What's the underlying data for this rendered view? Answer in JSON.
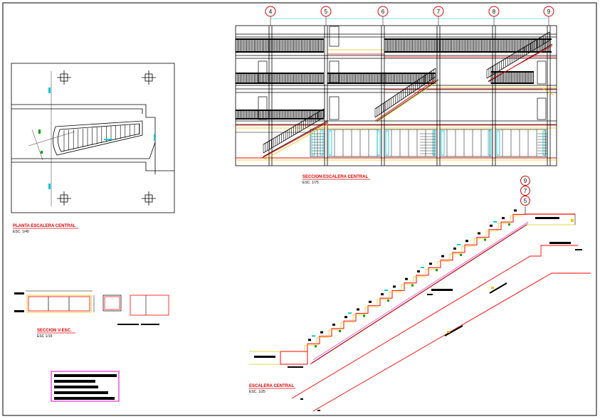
{
  "drawing": {
    "section": {
      "title": "SECCION ESCALERA CENTRAL",
      "scale": "ESC. 1/75",
      "grid_axes": [
        "4",
        "5",
        "6",
        "7",
        "8",
        "9"
      ]
    },
    "plan": {
      "title": "PLANTA ESCALERA CENTRAL",
      "scale": "ESC. 1/40"
    },
    "detail_section": {
      "title": "SECCION V-ESC.",
      "scale": "ESC 1/15"
    },
    "stair_detail": {
      "title": "ESCALERA CENTRAL",
      "scale": "ESC. 1/25",
      "axis_stack": [
        "9",
        "7",
        "5"
      ]
    }
  },
  "colors": {
    "red": "#ff0000",
    "yellow": "#e8c800",
    "cyan": "#00c8d8",
    "magenta": "#e000c8",
    "green": "#00a000",
    "black": "#000000"
  }
}
